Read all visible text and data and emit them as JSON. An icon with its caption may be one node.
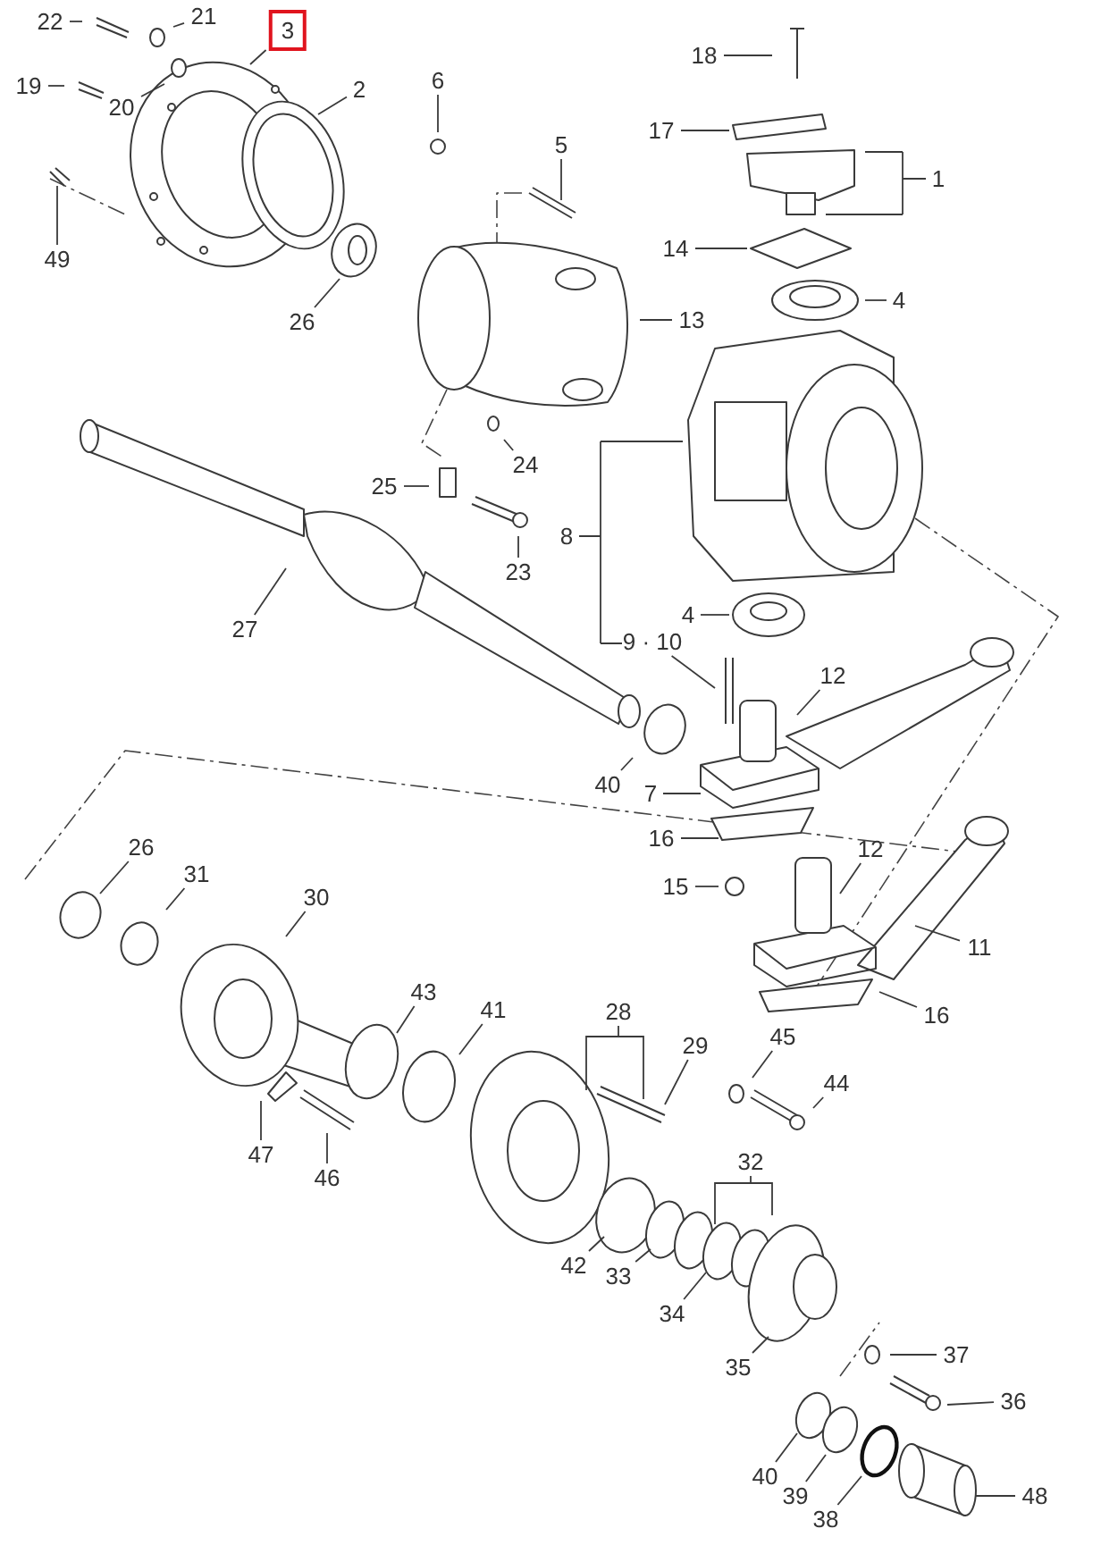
{
  "diagram": {
    "nodes": [
      {
        "text": [
          "22"
        ]
      },
      {
        "text": [
          "21"
        ]
      },
      {
        "text": [
          "3"
        ]
      },
      {
        "text": [
          "19"
        ]
      },
      {
        "text": [
          "20"
        ]
      },
      {
        "text": [
          "2"
        ]
      },
      {
        "text": [
          "6"
        ]
      },
      {
        "text": [
          "49"
        ]
      },
      {
        "text": [
          "5"
        ]
      },
      {
        "text": [
          "26"
        ]
      },
      {
        "text": [
          "18"
        ]
      },
      {
        "text": [
          "17"
        ]
      },
      {
        "text": [
          "1"
        ]
      },
      {
        "text": [
          "14"
        ]
      },
      {
        "text": [
          "4"
        ]
      },
      {
        "text": [
          "13"
        ]
      },
      {
        "text": [
          "24"
        ]
      },
      {
        "text": [
          "25"
        ]
      },
      {
        "text": [
          "23"
        ]
      },
      {
        "text": [
          "8"
        ]
      },
      {
        "text": [
          "27"
        ]
      },
      {
        "text": [
          "4"
        ]
      },
      {
        "text": [
          "9 · 10"
        ]
      },
      {
        "text": [
          "12"
        ]
      },
      {
        "text": [
          "40"
        ]
      },
      {
        "text": [
          "7"
        ]
      },
      {
        "text": [
          "16"
        ]
      },
      {
        "text": [
          "15"
        ]
      },
      {
        "text": [
          "26"
        ]
      },
      {
        "text": [
          "31"
        ]
      },
      {
        "text": [
          "30"
        ]
      },
      {
        "text": [
          "12"
        ]
      },
      {
        "text": [
          "11"
        ]
      },
      {
        "text": [
          "16"
        ]
      },
      {
        "text": [
          "43"
        ]
      },
      {
        "text": [
          "41"
        ]
      },
      {
        "text": [
          "28"
        ]
      },
      {
        "text": [
          "29"
        ]
      },
      {
        "text": [
          "45"
        ]
      },
      {
        "text": [
          "44"
        ]
      },
      {
        "text": [
          "47"
        ]
      },
      {
        "text": [
          "46"
        ]
      },
      {
        "text": [
          "42"
        ]
      },
      {
        "text": [
          "33"
        ]
      },
      {
        "text": [
          "32"
        ]
      },
      {
        "text": [
          "34"
        ]
      },
      {
        "text": [
          "35"
        ]
      },
      {
        "text": [
          "37"
        ]
      },
      {
        "text": [
          "36"
        ]
      },
      {
        "text": [
          "40"
        ]
      },
      {
        "text": [
          "39"
        ]
      },
      {
        "text": [
          "38"
        ]
      },
      {
        "text": [
          "48"
        ]
      }
    ],
    "edges": [
      {
        "from": 0,
        "to": null,
        "arrow": "none"
      },
      {
        "from": 1,
        "to": null,
        "arrow": "none"
      },
      {
        "from": 2,
        "to": null,
        "arrow": "none"
      },
      {
        "from": 3,
        "to": null,
        "arrow": "none"
      },
      {
        "from": 4,
        "to": null,
        "arrow": "none"
      },
      {
        "from": 5,
        "to": null,
        "arrow": "none"
      },
      {
        "from": 6,
        "to": null,
        "arrow": "none"
      },
      {
        "from": 7,
        "to": null,
        "arrow": "none"
      },
      {
        "from": 8,
        "to": null,
        "arrow": "none"
      },
      {
        "from": 9,
        "to": null,
        "arrow": "none"
      },
      {
        "from": 10,
        "to": null,
        "arrow": "none"
      },
      {
        "from": 11,
        "to": null,
        "arrow": "none"
      },
      {
        "from": 12,
        "to": null,
        "arrow": "none"
      },
      {
        "from": 13,
        "to": null,
        "arrow": "none"
      },
      {
        "from": 14,
        "to": null,
        "arrow": "none"
      },
      {
        "from": 15,
        "to": null,
        "arrow": "none"
      },
      {
        "from": 16,
        "to": null,
        "arrow": "none"
      },
      {
        "from": 17,
        "to": null,
        "arrow": "none"
      },
      {
        "from": 18,
        "to": null,
        "arrow": "none"
      },
      {
        "from": 19,
        "to": null,
        "arrow": "none"
      },
      {
        "from": 20,
        "to": null,
        "arrow": "none"
      },
      {
        "from": 21,
        "to": null,
        "arrow": "none"
      },
      {
        "from": 22,
        "to": null,
        "arrow": "none"
      },
      {
        "from": 23,
        "to": null,
        "arrow": "none"
      },
      {
        "from": 24,
        "to": null,
        "arrow": "none"
      },
      {
        "from": 25,
        "to": null,
        "arrow": "none"
      },
      {
        "from": 26,
        "to": null,
        "arrow": "none"
      },
      {
        "from": 27,
        "to": null,
        "arrow": "none"
      },
      {
        "from": 28,
        "to": null,
        "arrow": "none"
      },
      {
        "from": 29,
        "to": null,
        "arrow": "none"
      },
      {
        "from": 30,
        "to": null,
        "arrow": "none"
      },
      {
        "from": 31,
        "to": null,
        "arrow": "none"
      },
      {
        "from": 32,
        "to": null,
        "arrow": "none"
      },
      {
        "from": 33,
        "to": null,
        "arrow": "none"
      },
      {
        "from": 34,
        "to": null,
        "arrow": "none"
      },
      {
        "from": 35,
        "to": null,
        "arrow": "none"
      },
      {
        "from": 36,
        "to": null,
        "arrow": "none"
      },
      {
        "from": 37,
        "to": null,
        "arrow": "none"
      },
      {
        "from": 38,
        "to": null,
        "arrow": "none"
      },
      {
        "from": 39,
        "to": null,
        "arrow": "none"
      },
      {
        "from": 40,
        "to": null,
        "arrow": "none"
      },
      {
        "from": 41,
        "to": null,
        "arrow": "none"
      },
      {
        "from": 42,
        "to": null,
        "arrow": "none"
      },
      {
        "from": 43,
        "to": null,
        "arrow": "none"
      },
      {
        "from": 44,
        "to": null,
        "arrow": "none"
      },
      {
        "from": 45,
        "to": null,
        "arrow": "none"
      },
      {
        "from": 46,
        "to": null,
        "arrow": "none"
      },
      {
        "from": 47,
        "to": null,
        "arrow": "none"
      },
      {
        "from": 48,
        "to": null,
        "arrow": "none"
      },
      {
        "from": 49,
        "to": null,
        "arrow": "none"
      },
      {
        "from": 50,
        "to": null,
        "arrow": "none"
      },
      {
        "from": 51,
        "to": null,
        "arrow": "none"
      },
      {
        "from": 52,
        "to": null,
        "arrow": "none"
      }
    ]
  }
}
